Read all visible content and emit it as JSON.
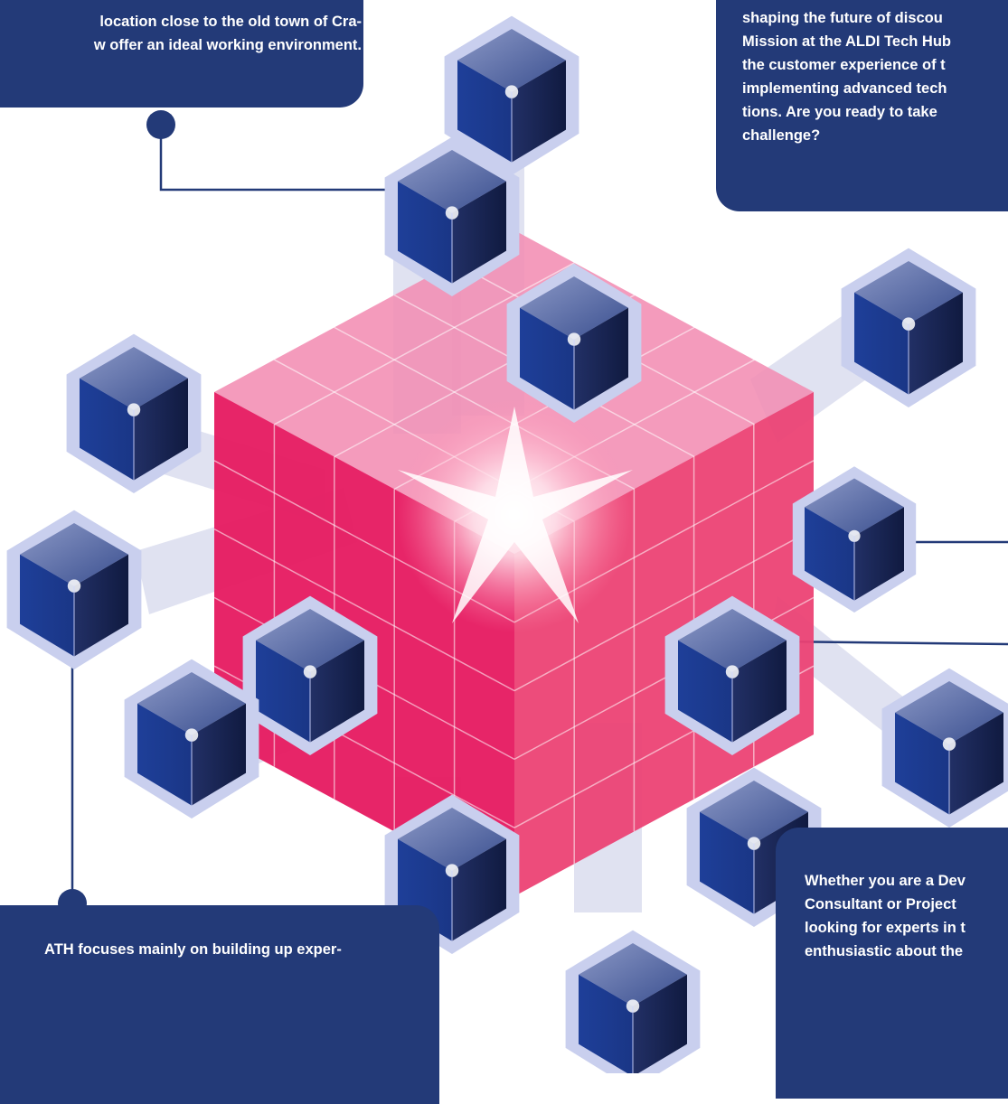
{
  "colors": {
    "navy": "#233a78",
    "cube_front": "#1b3a8e",
    "cube_dark": "#15245a",
    "cube_outline": "#c9cfee",
    "grid_magenta": "#e5175d",
    "beam": "#c7cbe6"
  },
  "icons": {
    "center_glow": "four-point-star-icon",
    "cube": "cube-icon"
  },
  "texts": {
    "top_left": [
      "location close to the old town of Cra-",
      "w offer an ideal working environment."
    ],
    "top_right": [
      "shaping the future of discou",
      "Mission at the ALDI Tech Hub",
      "the customer experience of t",
      "implementing advanced tech",
      "tions. Are you ready to take",
      "challenge?"
    ],
    "bottom_left": [
      "ATH focuses mainly on building up exper-"
    ],
    "bottom_right": [
      "Whether you are a Dev",
      "Consultant or Project",
      "looking for experts in t",
      "enthusiastic about the"
    ]
  }
}
